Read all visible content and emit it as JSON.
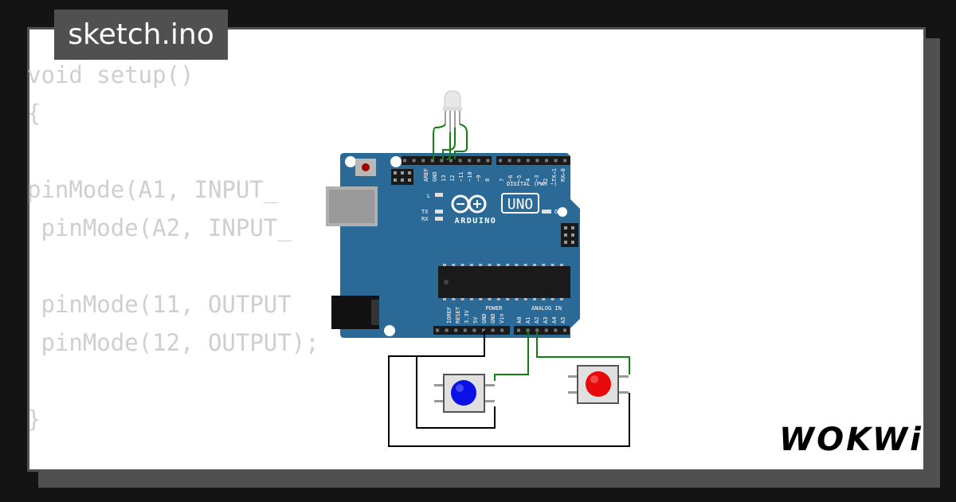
{
  "tab": {
    "title": "sketch.ino"
  },
  "code": {
    "lines": [
      "void setup()",
      "{",
      "",
      "pinMode(A1, INPUT_",
      " pinMode(A2, INPUT_",
      "",
      " pinMode(11, OUTPUT",
      " pinMode(12, OUTPUT);",
      "",
      "}"
    ]
  },
  "board": {
    "brand": "ARDUINO",
    "model": "UNO",
    "digital_label": "DIGITAL (PWM ~)",
    "power_label": "POWER",
    "analog_label": "ANALOG IN",
    "on_label": "ON",
    "l_label": "L",
    "tx_label": "TX",
    "rx_label": "RX",
    "digital_pins": [
      "AREF",
      "GND",
      "13",
      "12",
      "~11",
      "~10",
      "~9",
      "8",
      "7",
      "~6",
      "~5",
      "4",
      "~3",
      "2",
      "TX→1",
      "RX←0"
    ],
    "power_pins": [
      "IOREF",
      "RESET",
      "3.3V",
      "5V",
      "GND",
      "GND",
      "Vin"
    ],
    "analog_pins": [
      "A0",
      "A1",
      "A2",
      "A3",
      "A4",
      "A5"
    ]
  },
  "components": {
    "led_color": "#e8e8e8",
    "button_left_color": "#0a10e6",
    "button_right_color": "#e80a0a",
    "wire_signal_color": "#108010",
    "wire_ground_color": "#000000",
    "board_color": "#2b6a97"
  },
  "brand": {
    "logo": "WOKWi"
  }
}
